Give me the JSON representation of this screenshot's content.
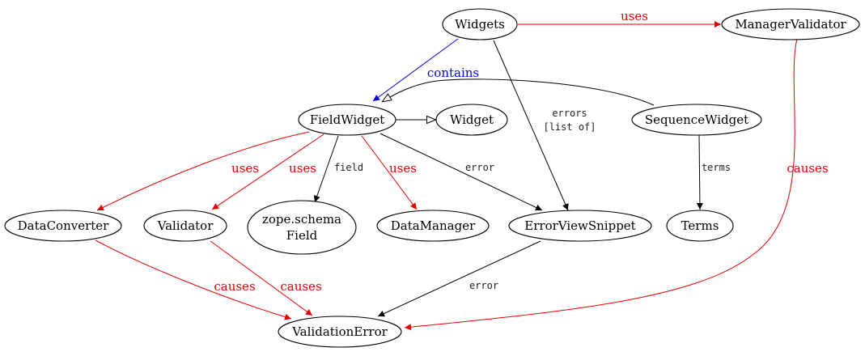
{
  "colors": {
    "node_border": "#000000",
    "edge_black": "#000000",
    "edge_red": "#e00000",
    "edge_blue": "#0000ee"
  },
  "nodes": {
    "widgets": "Widgets",
    "manager_validator": "ManagerValidator",
    "field_widget": "FieldWidget",
    "widget": "Widget",
    "sequence_widget": "SequenceWidget",
    "data_converter": "DataConverter",
    "validator": "Validator",
    "zope_schema_field_line1": "zope.schema",
    "zope_schema_field_line2": "Field",
    "data_manager": "DataManager",
    "error_view_snippet": "ErrorViewSnippet",
    "terms": "Terms",
    "validation_error": "ValidationError"
  },
  "edges": {
    "widgets_uses_manager_validator": "uses",
    "widgets_contains_field_widget": "contains",
    "widgets_errors_line1": "errors",
    "widgets_errors_line2": "[list of]",
    "field_widget_uses_data_converter": "uses",
    "field_widget_uses_validator": "uses",
    "field_widget_field": "field",
    "field_widget_uses_data_manager": "uses",
    "field_widget_error": "error",
    "sequence_widget_terms": "terms",
    "manager_validator_causes": "causes",
    "data_converter_causes": "causes",
    "validator_causes": "causes",
    "error_view_snippet_error": "error"
  }
}
